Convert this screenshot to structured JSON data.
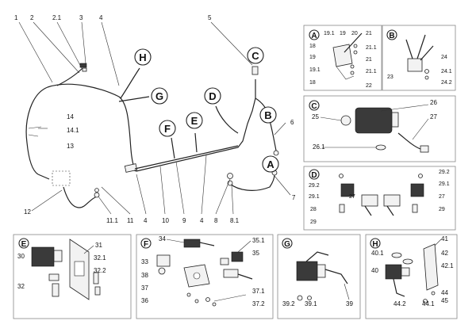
{
  "main": {
    "callouts": [
      "H",
      "C",
      "G",
      "D",
      "F",
      "E",
      "B",
      "A"
    ],
    "labels": {
      "l1": "1",
      "l2": "2",
      "l21": "2.1",
      "l3": "3",
      "l4a": "4",
      "l5": "5",
      "l14": "14",
      "l141": "14.1",
      "l13": "13",
      "l6": "6",
      "l7": "7",
      "l12": "12",
      "l111": "11.1",
      "l11": "11",
      "l4b": "4",
      "l10": "10",
      "l9": "9",
      "l4c": "4",
      "l8": "8",
      "l81": "8.1"
    }
  },
  "panels": {
    "A": {
      "letter": "A",
      "labels": [
        "19.1",
        "19",
        "20",
        "21",
        "18",
        "19",
        "21.1",
        "21",
        "19.1",
        "21.1",
        "18",
        "22"
      ]
    },
    "B": {
      "letter": "B",
      "labels": [
        "24",
        "23",
        "24.1",
        "24.2"
      ]
    },
    "C": {
      "letter": "C",
      "labels": [
        "26",
        "25",
        "27",
        "26.1"
      ]
    },
    "D": {
      "letter": "D",
      "labels": [
        "29.2",
        "29.1",
        "27",
        "28",
        "29",
        "29.2",
        "29.1",
        "27",
        "29"
      ]
    },
    "E": {
      "letter": "E",
      "labels": [
        "31",
        "30",
        "32.1",
        "32.2",
        "32"
      ]
    },
    "F": {
      "letter": "F",
      "labels": [
        "34",
        "35.1",
        "35",
        "33",
        "38",
        "37",
        "36",
        "37.1",
        "37.2"
      ]
    },
    "G": {
      "letter": "G",
      "labels": [
        "39.2",
        "39.1",
        "39"
      ]
    },
    "H": {
      "letter": "H",
      "labels": [
        "41",
        "40.1",
        "42",
        "42.1",
        "40",
        "44",
        "44.2",
        "44.1",
        "45"
      ]
    }
  }
}
